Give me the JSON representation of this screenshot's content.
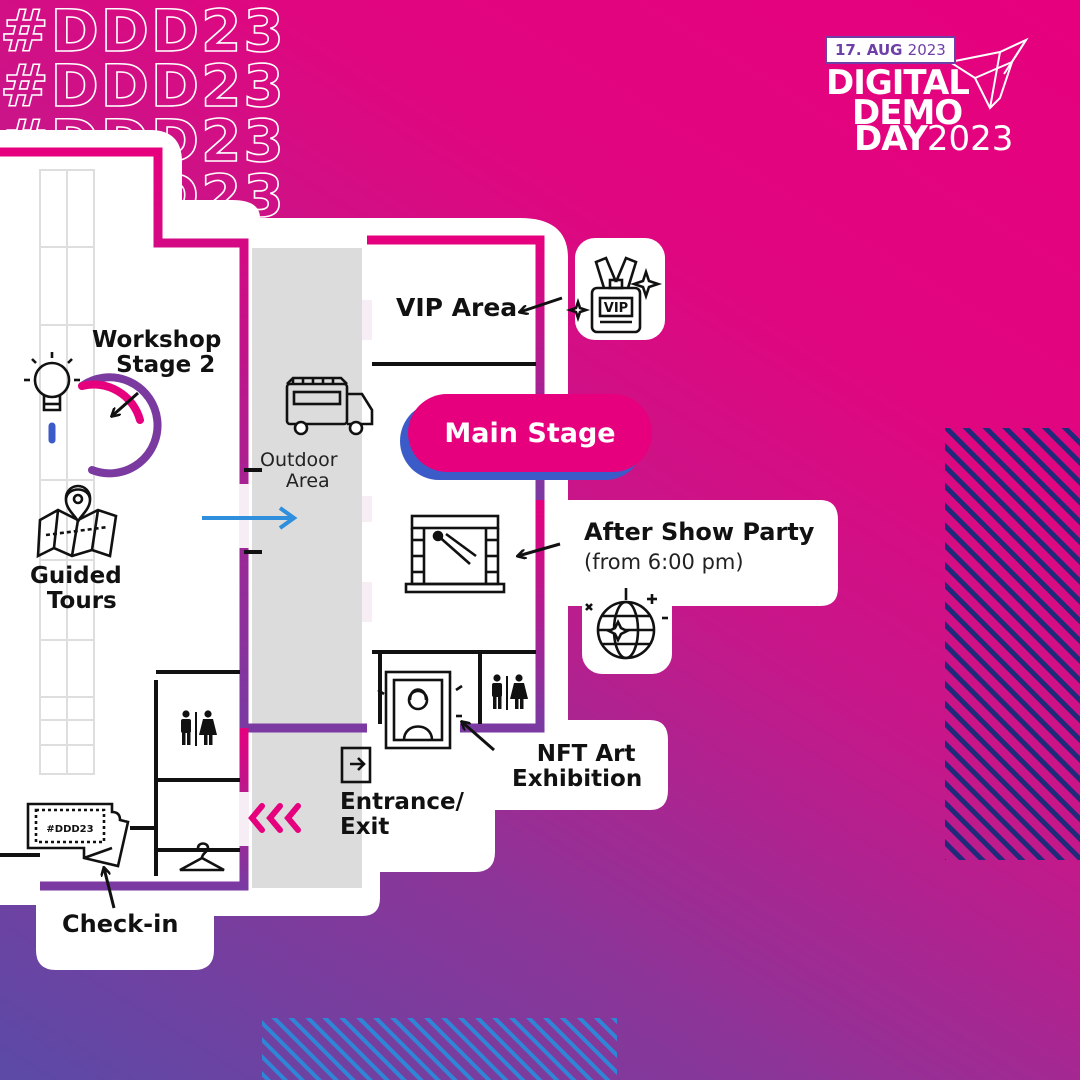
{
  "event": {
    "date": "17. AUG",
    "date_year": "2023",
    "name_line1": "DIGITAL",
    "name_line2": "DEMO",
    "name_line3": "DAY",
    "name_year": "2023",
    "hashtag": "#DDD23"
  },
  "areas": {
    "vip": "VIP Area",
    "workshop_line1": "Workshop",
    "workshop_line2": "Stage 2",
    "outdoor_line1": "Outdoor",
    "outdoor_line2": "Area",
    "main_stage": "Main Stage",
    "after_show": "After Show Party",
    "after_show_time": "(from 6:00 pm)",
    "guided_line1": "Guided",
    "guided_line2": "Tours",
    "nft_line1": "NFT Art",
    "nft_line2": "Exhibition",
    "entrance_line1": "Entrance/",
    "entrance_line2": "Exit",
    "checkin": "Check-in",
    "ticket_text": "#DDD23",
    "vip_badge_text": "VIP"
  },
  "colors": {
    "brand_pink": "#e6007e",
    "brand_purple": "#6e3fa6",
    "accent_blue": "#2f8fdc",
    "navy": "#1f2a7a"
  },
  "icons": [
    "lightbulb-icon",
    "map-icon",
    "food-truck-icon",
    "vip-badge-icon",
    "stage-icon",
    "disco-ball-icon",
    "painting-icon",
    "restroom-icon",
    "coat-hanger-icon",
    "ticket-icon",
    "door-exit-icon"
  ]
}
